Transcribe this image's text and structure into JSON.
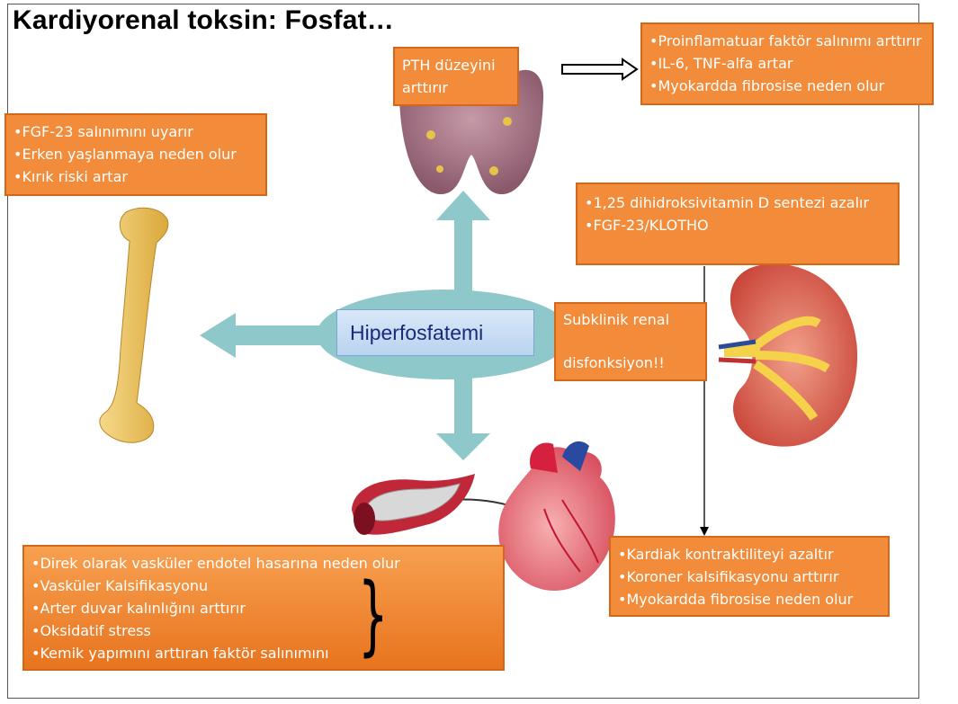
{
  "title": "Kardiyorenal toksin: Fosfat…",
  "center": {
    "label": "Hiperfosfatemi"
  },
  "boxes": {
    "pth": {
      "lines": [
        "PTH düzeyini",
        "arttırır"
      ]
    },
    "inflammation": {
      "lines": [
        "•Proinflamatuar faktör salınımı arttırır",
        "•IL-6, TNF-alfa artar",
        "•Myokardda fibrosise neden olur"
      ]
    },
    "bone": {
      "lines": [
        "•FGF-23 salınımını uyarır",
        "•Erken yaşlanmaya neden olur",
        "•Kırık riski artar"
      ]
    },
    "vitamin_d": {
      "lines": [
        "•1,25 dihidroksivitamin D sentezi azalır",
        "•FGF-23/KLOTHO"
      ]
    },
    "renal": {
      "lines": [
        "Subklinik renal",
        "disfonksiyon!!"
      ]
    },
    "vascular": {
      "lines": [
        "•Direk olarak vasküler endotel hasarına neden olur",
        "•Vasküler Kalsifikasyonu",
        "•Arter duvar kalınlığını arttırır",
        "•Oksidatif stress",
        "•Kemik yapımını arttıran faktör salınımını"
      ]
    },
    "cardiac": {
      "lines": [
        "•Kardiak kontraktiliteyi azaltır",
        "•Koroner kalsifikasyonu arttırır",
        "•Myokardda fibrosise neden olur"
      ]
    }
  },
  "brace_symbol": "}",
  "colors": {
    "box_fill": "#f28c3a",
    "arrow_teal": "#8ec8ca",
    "label_blue": "#1a2a7a"
  }
}
